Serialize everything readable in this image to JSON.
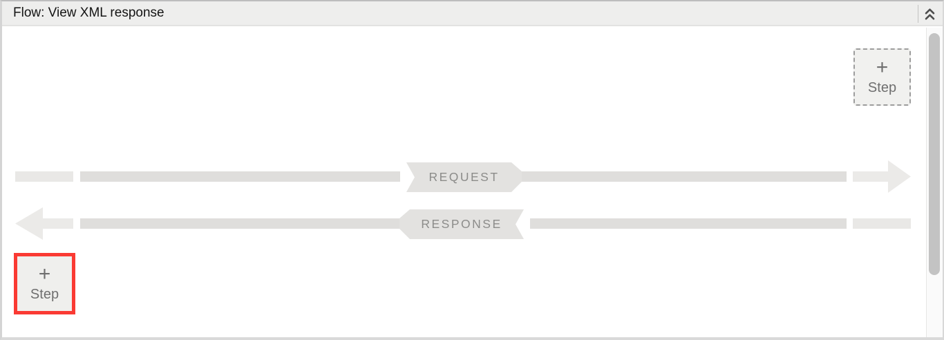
{
  "header": {
    "title": "Flow: View XML response"
  },
  "flow": {
    "request_label": "REQUEST",
    "response_label": "RESPONSE",
    "request_direction": "right",
    "response_direction": "left"
  },
  "add_step_top": {
    "plus": "+",
    "label": "Step"
  },
  "add_step_bottom": {
    "plus": "+",
    "label": "Step",
    "highlighted": true
  },
  "colors": {
    "highlight_red": "#fa3a33",
    "header_bg": "#eeeeed",
    "bar_gray": "#dfdedc",
    "banner_gray": "#e3e2e0",
    "label_gray": "#8c8c8a",
    "scrollbar_thumb": "#c3c3c3"
  }
}
